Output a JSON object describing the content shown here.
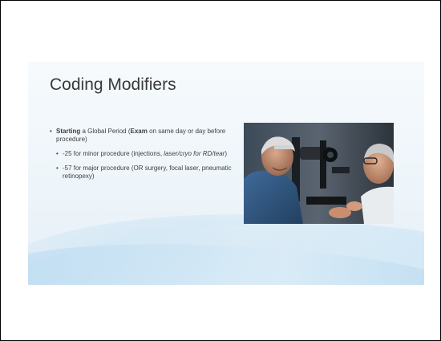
{
  "slide": {
    "title": "Coding Modifiers",
    "bullets": [
      {
        "bold_lead": "Starting",
        "text_a": " a Global Period (",
        "bold_mid": "Exam",
        "text_b": " on same day or day before procedure)"
      }
    ],
    "sub_bullets": [
      {
        "text": "-25 for minor procedure (injections, ",
        "italic": "laser/cryo for RD/tear",
        "tail": ")"
      },
      {
        "text": "-57 for major procedure (OR surgery, focal laser, pneumatic retinopexy)"
      }
    ],
    "bullet_glyph": "•",
    "image_icon": "eye-exam-photo-icon",
    "colors": {
      "title": "#3a3a3a",
      "body": "#3f3f3f",
      "slide_bg": "#eef5fa"
    }
  }
}
